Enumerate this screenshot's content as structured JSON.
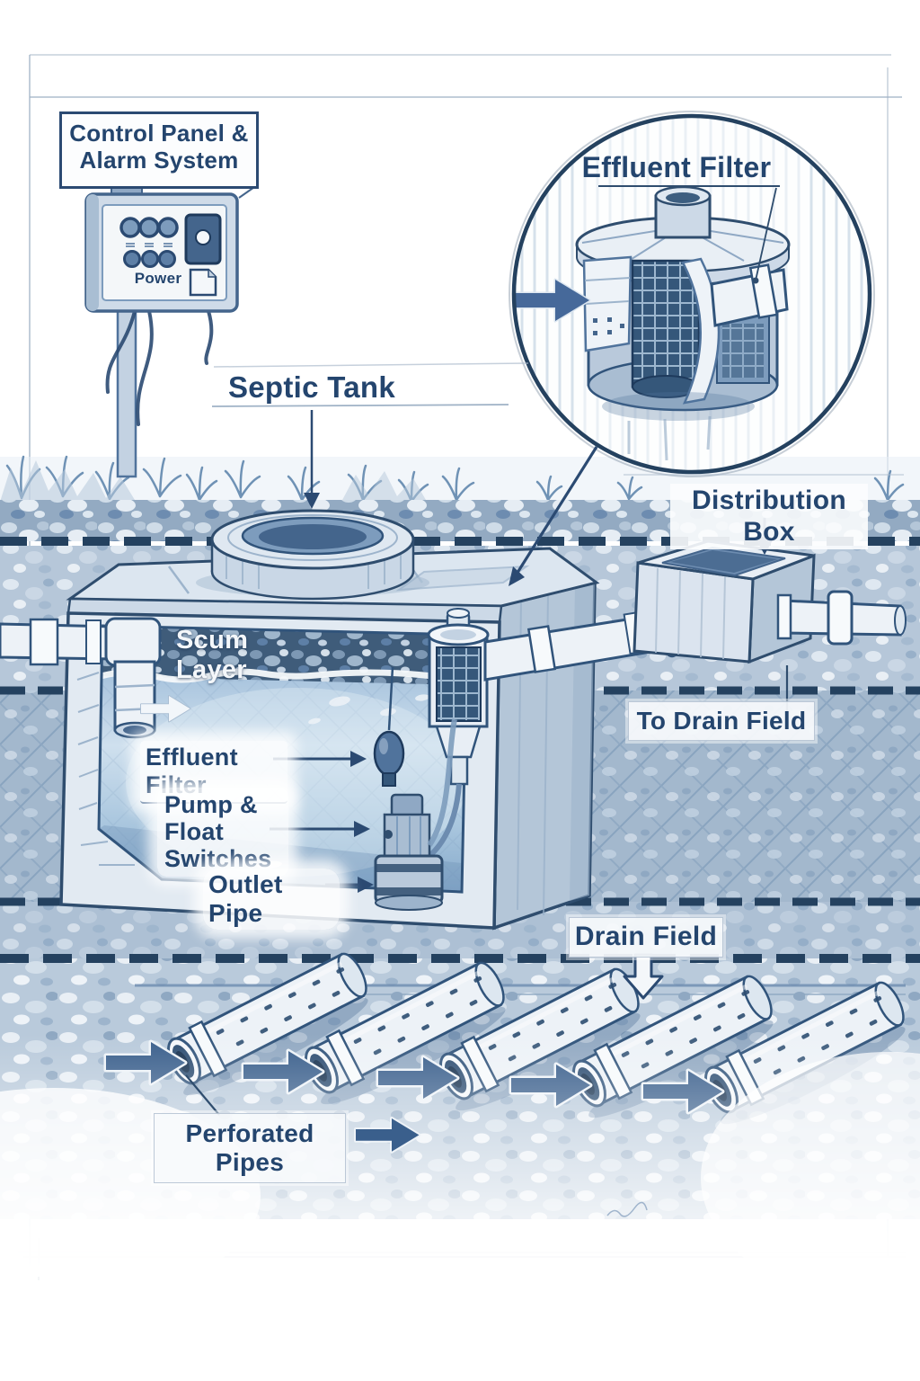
{
  "diagram": {
    "control_panel": {
      "label": "Control Panel & Alarm System",
      "power": "Power"
    },
    "inset": {
      "title": "Effluent Filter"
    },
    "septic_tank": {
      "label": "Septic Tank",
      "scum": "Scum Layer",
      "effluent_filter": "Effluent Filter",
      "pump_float": "Pump & Float Switches",
      "outlet_pipe": "Outlet Pipe"
    },
    "distribution_box": {
      "label": "Distribution Box",
      "to_drain_field": "To Drain Field"
    },
    "drain_field": {
      "label": "Drain Field",
      "perforated_pipes": "Perforated Pipes"
    }
  },
  "colors": {
    "ink": "#2b4a72",
    "ink_dark": "#1e3a5c",
    "dash": "#24415f",
    "pipe_white": "#edf2f7",
    "water": "#9fc0dc",
    "soil": "#b6c7d9",
    "flow_arrow": "#3a5f8c",
    "scum": "#3f5c7a"
  }
}
